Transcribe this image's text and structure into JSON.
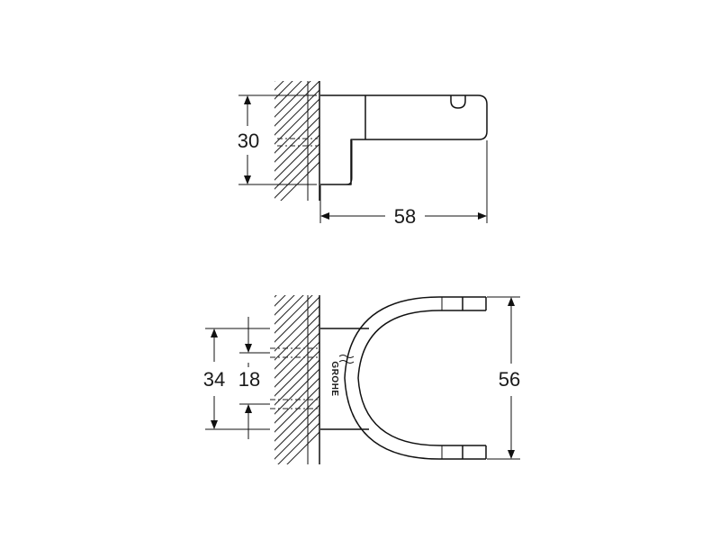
{
  "drawing": {
    "side_view": {
      "height_label": "30",
      "depth_label": "58"
    },
    "front_view": {
      "outer_label": "34",
      "inner_label": "18",
      "width_label": "56",
      "logo_text": "GROHE"
    }
  }
}
